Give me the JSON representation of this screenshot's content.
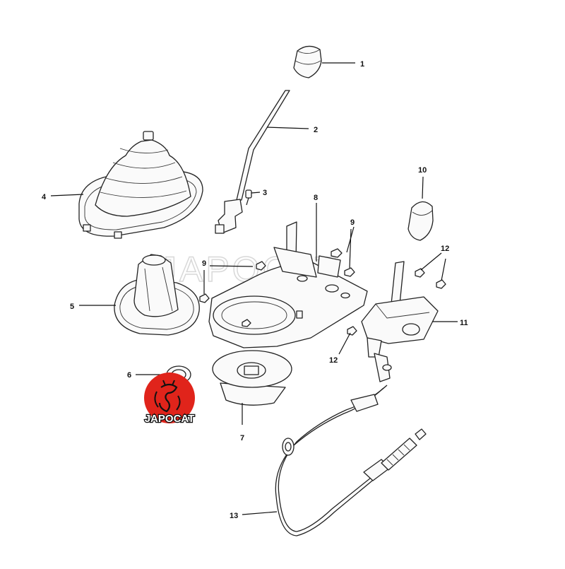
{
  "watermark": "JAPOCAT",
  "logo": {
    "text": "JAPOCAT",
    "color": "#e0241b",
    "icon": "japocat-cat-logo-icon"
  },
  "callouts": [
    "1",
    "2",
    "3",
    "4",
    "5",
    "6",
    "7",
    "8",
    "9",
    "9",
    "10",
    "11",
    "12",
    "12",
    "13"
  ]
}
